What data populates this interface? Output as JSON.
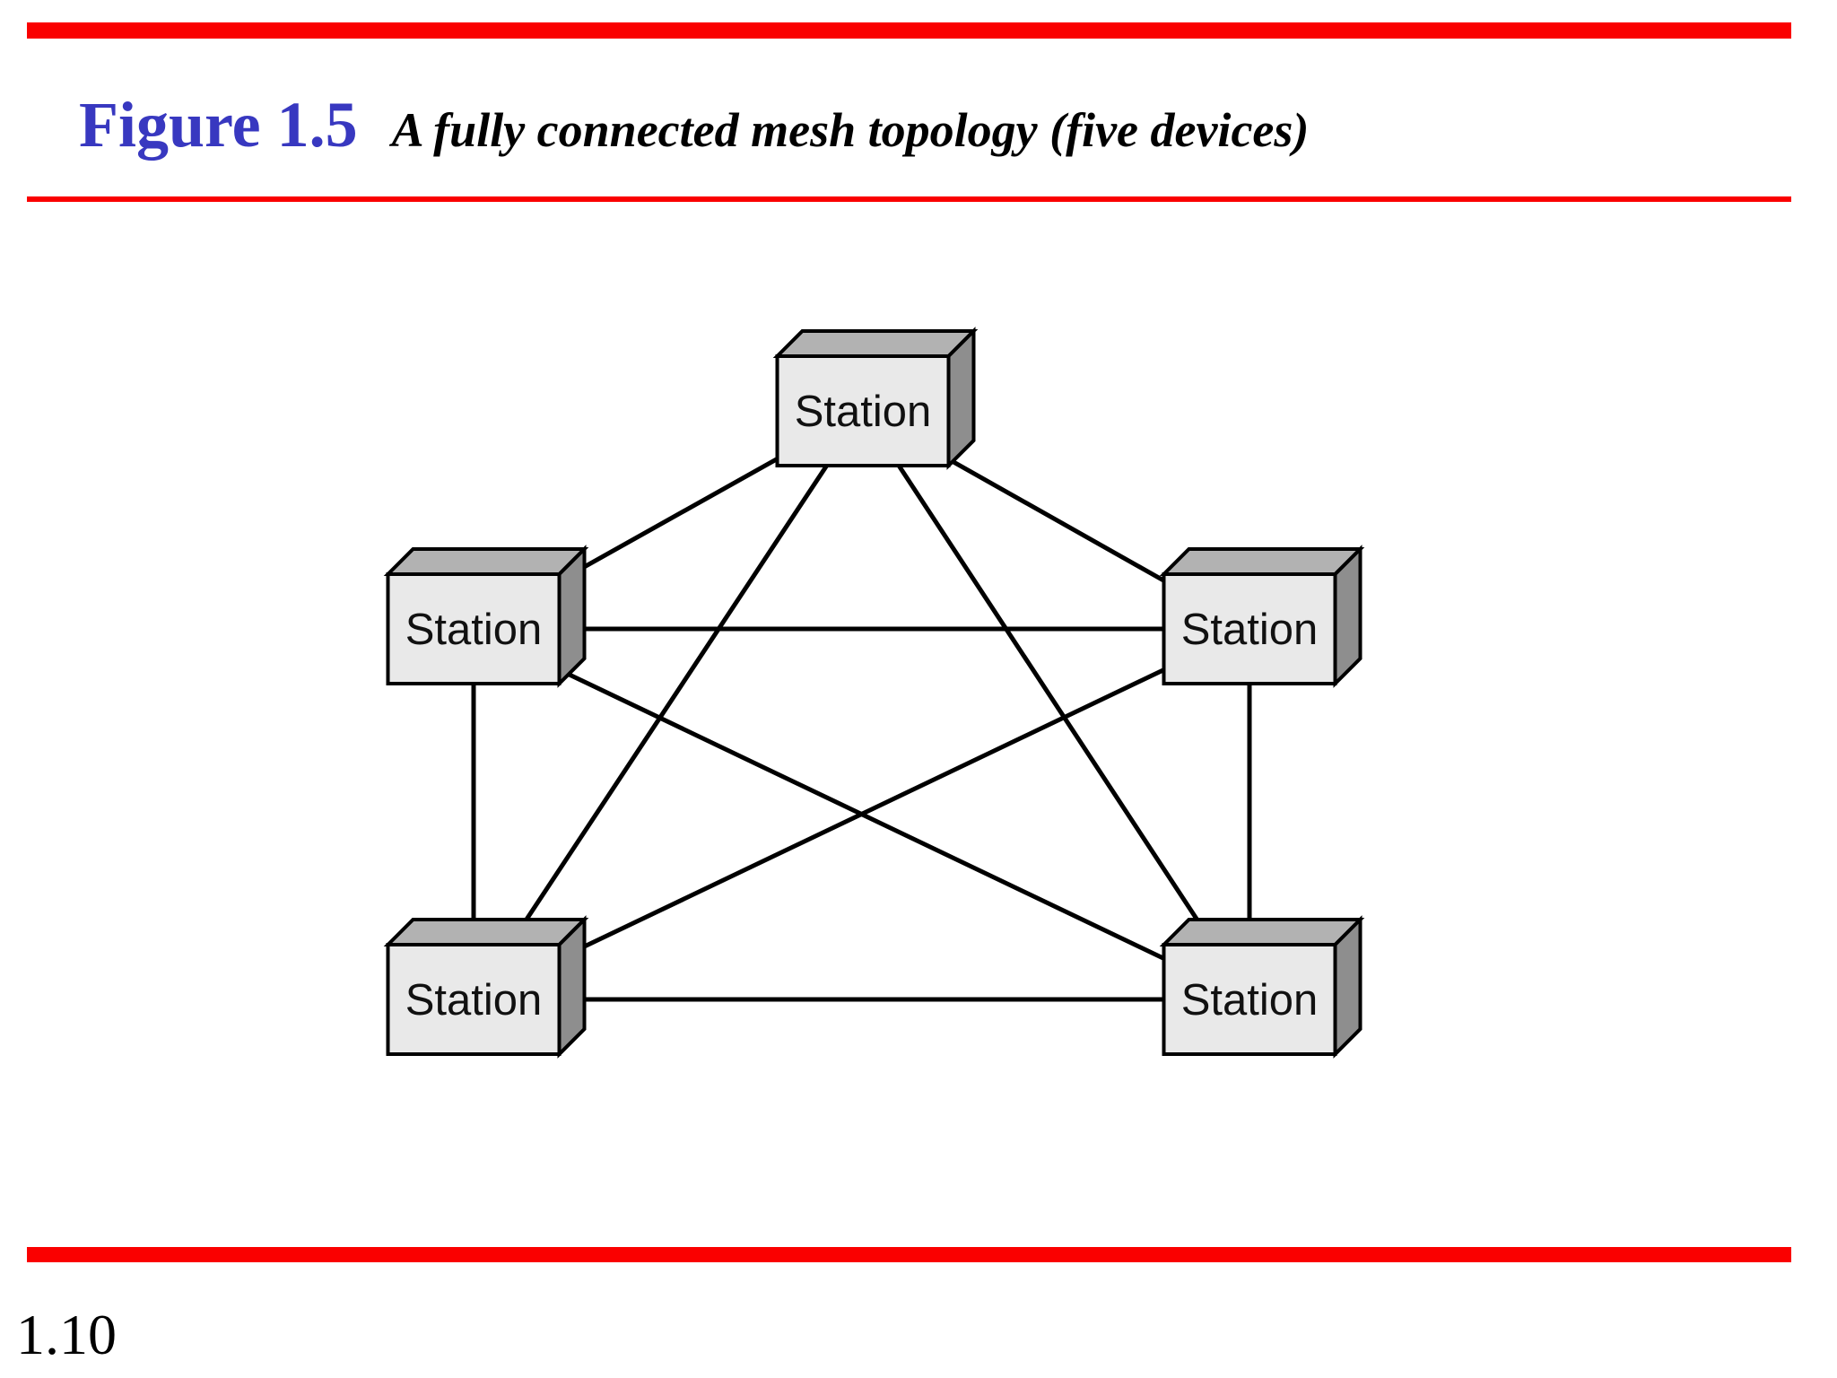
{
  "slide": {
    "figure_label": "Figure 1.5",
    "figure_caption": "A fully connected mesh topology (five devices)",
    "page_number": "1.10"
  },
  "colors": {
    "accent_red": "#fa0000",
    "figure_label_blue": "#3838c0",
    "box_front": "#e9e9e9",
    "box_top": "#b2b2b2",
    "box_side": "#8e8e8e",
    "ink": "#000000"
  },
  "diagram": {
    "type": "network-topology",
    "topology": "fully-connected-mesh",
    "nodes": [
      {
        "id": "top",
        "label": "Station"
      },
      {
        "id": "middle-left",
        "label": "Station"
      },
      {
        "id": "middle-right",
        "label": "Station"
      },
      {
        "id": "bottom-left",
        "label": "Station"
      },
      {
        "id": "bottom-right",
        "label": "Station"
      }
    ],
    "links": [
      [
        "top",
        "middle-left"
      ],
      [
        "top",
        "middle-right"
      ],
      [
        "top",
        "bottom-left"
      ],
      [
        "top",
        "bottom-right"
      ],
      [
        "middle-left",
        "middle-right"
      ],
      [
        "middle-left",
        "bottom-left"
      ],
      [
        "middle-left",
        "bottom-right"
      ],
      [
        "middle-right",
        "bottom-left"
      ],
      [
        "middle-right",
        "bottom-right"
      ],
      [
        "bottom-left",
        "bottom-right"
      ]
    ]
  }
}
